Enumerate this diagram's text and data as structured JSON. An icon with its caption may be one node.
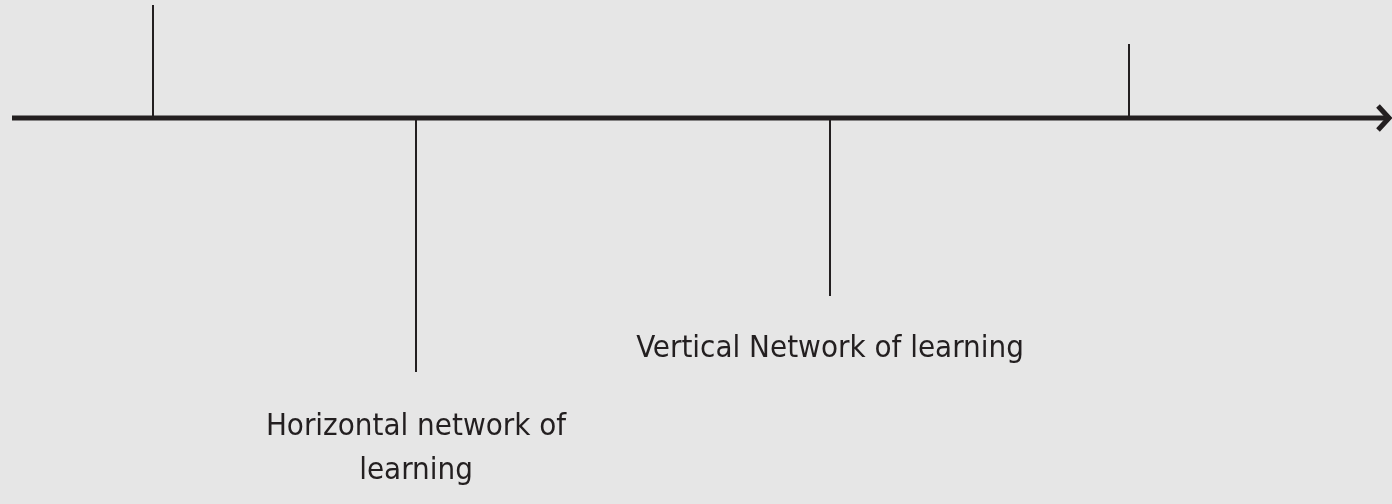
{
  "diagram": {
    "nodes": [
      {
        "text": [
          "Horizontal network of learning"
        ]
      },
      {
        "text": [
          "Vertical Network of learning"
        ]
      }
    ],
    "edges": [
      {
        "from": 0,
        "to": null,
        "arrow": "none"
      },
      {
        "from": 1,
        "to": null,
        "arrow": "none"
      }
    ]
  }
}
